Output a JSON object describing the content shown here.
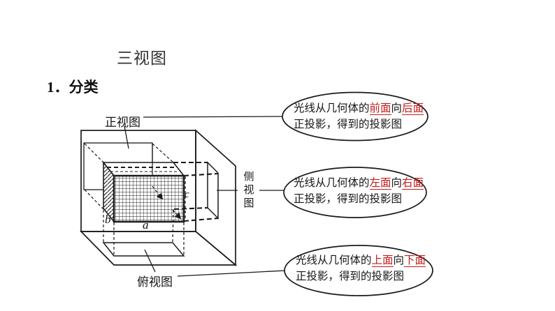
{
  "slide": {
    "title": "三视图",
    "heading": "1．分类"
  },
  "diagram": {
    "front_view_label": "正视图",
    "side_view_label_chars": [
      "侧",
      "视",
      "图"
    ],
    "top_view_label": "俯视图",
    "edge_labels": {
      "a": "a",
      "b": "b",
      "c": "c"
    }
  },
  "callouts": [
    {
      "prefix": "光线从几何体的",
      "highlight_from": "前面",
      "connector": "向",
      "highlight_to": "后面",
      "line2": "正投影，得到的投影图"
    },
    {
      "prefix": "光线从几何体的",
      "highlight_from": "左面",
      "connector": "向",
      "highlight_to": "右面",
      "line2": "正投影，得到的投影图"
    },
    {
      "prefix": "光线从几何体的",
      "highlight_from": "上面",
      "connector": "向",
      "highlight_to": "下面",
      "line2": "正投影，得到的投影图"
    }
  ],
  "colors": {
    "ink": "#1a1a1a",
    "highlight_red": "#c31b1b"
  }
}
